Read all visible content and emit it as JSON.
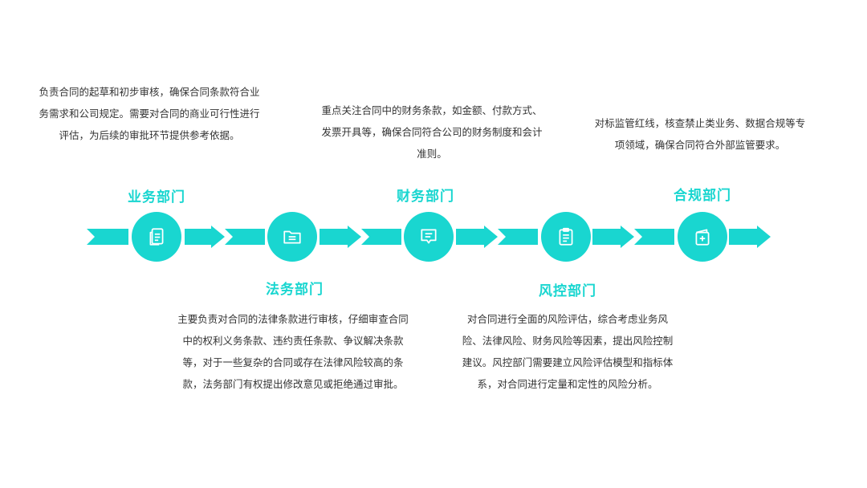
{
  "stages": [
    {
      "title": "业务部门",
      "desc": "负责合同的起草和初步审核，确保合同条款符合业务需求和公司规定。需要对合同的商业可行性进行评估，为后续的审批环节提供参考依据。",
      "icon": "document-icon"
    },
    {
      "title": "法务部门",
      "desc": "主要负责对合同的法律条款进行审核，仔细审查合同中的权利义务条款、违约责任条款、争议解决条款等，对于一些复杂的合同或存在法律风险较高的条款，法务部门有权提出修改意见或拒绝通过审批。",
      "icon": "folder-icon"
    },
    {
      "title": "财务部门",
      "desc": "重点关注合同中的财务条款，如金额、付款方式、发票开具等，确保合同符合公司的财务制度和会计准则。",
      "icon": "message-icon"
    },
    {
      "title": "风控部门",
      "desc": "对合同进行全面的风险评估，综合考虑业务风险、法律风险、财务风险等因素，提出风险控制建议。风控部门需要建立风险评估模型和指标体系，对合同进行定量和定性的风险分析。",
      "icon": "clipboard-icon"
    },
    {
      "title": "合规部门",
      "desc": "对标监管红线，核查禁止类业务、数据合规等专项领域，确保合同符合外部监管要求。",
      "icon": "medical-book-icon"
    }
  ],
  "colors": {
    "accent": "#19d6d0",
    "text": "#333333"
  }
}
